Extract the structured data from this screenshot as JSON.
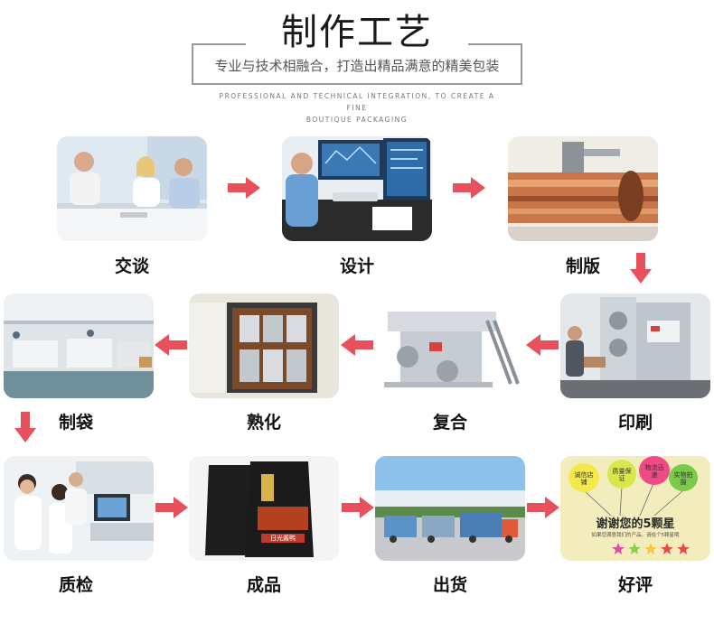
{
  "header": {
    "title": "制作工艺",
    "subtitle": "专业与技术相融合，打造出精品满意的精美包装",
    "english_line1": "PROFESSIONAL AND TECHNICAL INTEGRATION, TO CREATE A FINE",
    "english_line2": "BOUTIQUE PACKAGING"
  },
  "steps": [
    {
      "label": "交谈"
    },
    {
      "label": "设计"
    },
    {
      "label": "制版"
    },
    {
      "label": "印刷"
    },
    {
      "label": "复合"
    },
    {
      "label": "熟化"
    },
    {
      "label": "制袋"
    },
    {
      "label": "质检"
    },
    {
      "label": "成品"
    },
    {
      "label": "出货"
    },
    {
      "label": "好评"
    }
  ],
  "product": {
    "package_text": "日光酱鸭"
  },
  "review": {
    "balloons": [
      "诚信店铺",
      "质量保证",
      "物流迅速",
      "实物拍摄"
    ],
    "thanks": "谢谢您的5颗星",
    "note": "如果您满意我们的产品，请给个5颗星哦"
  },
  "colors": {
    "arrow": "#e8505b",
    "title": "#1a1a1a"
  }
}
